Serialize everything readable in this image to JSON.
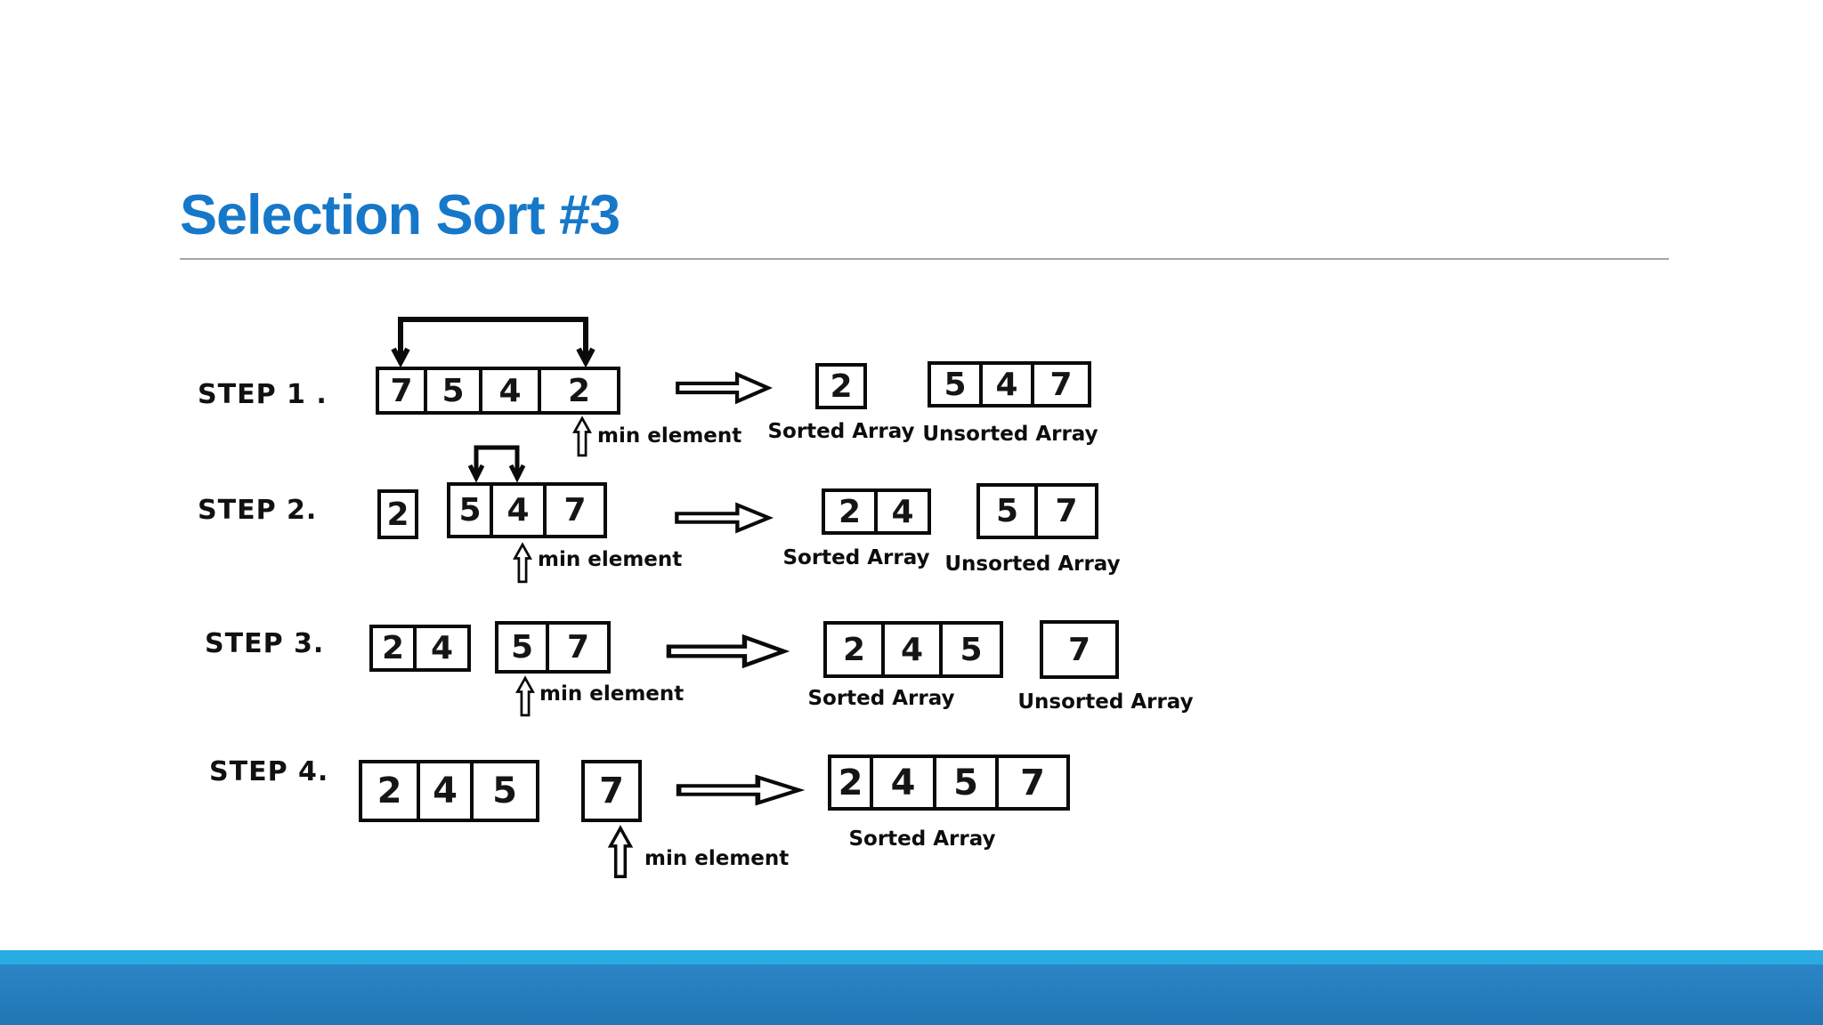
{
  "slide": {
    "title": "Selection Sort #3"
  },
  "colors": {
    "title_blue": "#1778C9",
    "divider_gray": "#A6A6A6",
    "diagram_ink": "#0a0a0a",
    "footer_strip_blue": "#28ACE3",
    "footer_bar_blue": "#2680C2",
    "background": "#ffffff"
  },
  "captions": {
    "sorted": "Sorted Array",
    "unsorted": "Unsorted Array",
    "min_element": "min element"
  },
  "chart_data": {
    "type": "table",
    "title": "Selection Sort #3",
    "description": "Step-by-step selection sort of array [7,5,4,2]",
    "steps": [
      {
        "step": 1,
        "working": [
          7,
          5,
          4,
          2
        ],
        "swap_between": [
          7,
          2
        ],
        "min": 2,
        "sorted": [
          2
        ],
        "unsorted": [
          5,
          4,
          7
        ]
      },
      {
        "step": 2,
        "working": [
          2,
          5,
          4,
          7
        ],
        "compared": [
          5,
          4
        ],
        "min": 4,
        "sorted": [
          2,
          4
        ],
        "unsorted": [
          5,
          7
        ]
      },
      {
        "step": 3,
        "working": [
          2,
          4,
          5,
          7
        ],
        "min": 5,
        "sorted": [
          2,
          4,
          5
        ],
        "unsorted": [
          7
        ]
      },
      {
        "step": 4,
        "working": [
          2,
          4,
          5,
          7
        ],
        "min": 7,
        "sorted": [
          2,
          4,
          5,
          7
        ],
        "unsorted": []
      }
    ]
  },
  "steps": [
    {
      "label": "STEP 1 .",
      "input": [
        "7",
        "5",
        "4",
        "2"
      ],
      "sorted": [
        "2"
      ],
      "unsorted": [
        "5",
        "4",
        "7"
      ]
    },
    {
      "label": "STEP 2.",
      "carry": [
        "2"
      ],
      "input": [
        "5",
        "4",
        "7"
      ],
      "sorted": [
        "2",
        "4"
      ],
      "unsorted": [
        "5",
        "7"
      ]
    },
    {
      "label": "STEP 3.",
      "carry": [
        "2",
        "4"
      ],
      "input": [
        "5",
        "7"
      ],
      "sorted": [
        "2",
        "4",
        "5"
      ],
      "unsorted": [
        "7"
      ]
    },
    {
      "label": "STEP 4.",
      "carry": [
        "2",
        "4",
        "5"
      ],
      "input": [
        "7"
      ],
      "sorted": [
        "2",
        "4",
        "5",
        "7"
      ]
    }
  ]
}
